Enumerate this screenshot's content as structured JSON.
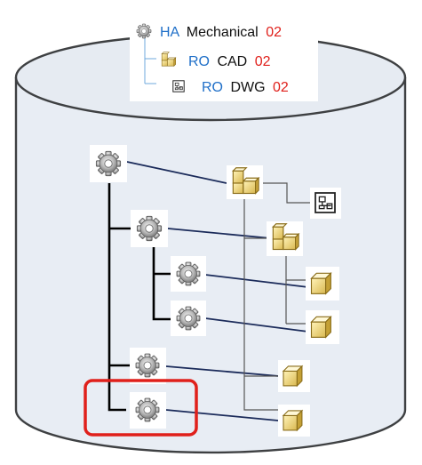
{
  "legend": {
    "items": [
      {
        "icon": "assembly-gear-icon",
        "prefix": "HA",
        "name": "Mechanical",
        "version": "02"
      },
      {
        "icon": "cad-part-icon",
        "prefix": "RO",
        "name": "CAD",
        "version": "02"
      },
      {
        "icon": "dwg-drawing-icon",
        "prefix": "RO",
        "name": "DWG",
        "version": "02"
      }
    ]
  },
  "colors": {
    "cylinder_fill": "#e8edf4",
    "cylinder_stroke": "#3e4042",
    "prefix": "#1f6fc8",
    "version": "#e0201b",
    "name": "#111111",
    "tree_line": "#000000",
    "link_line": "#1b2b5a",
    "structure_line": "#555555",
    "highlight": "#e0201b"
  },
  "nodes": {
    "gears": [
      "gear-root",
      "gear-sub-a",
      "gear-sub-a1",
      "gear-sub-a2",
      "gear-sub-b",
      "gear-sub-c"
    ],
    "cad_assemblies": [
      "cad-assembly-root",
      "cad-assembly-sub-a"
    ],
    "drawings": [
      "dwg-drawing"
    ],
    "parts": [
      "part-1",
      "part-2",
      "part-3",
      "part-4"
    ],
    "highlighted": "gear-sub-c"
  }
}
